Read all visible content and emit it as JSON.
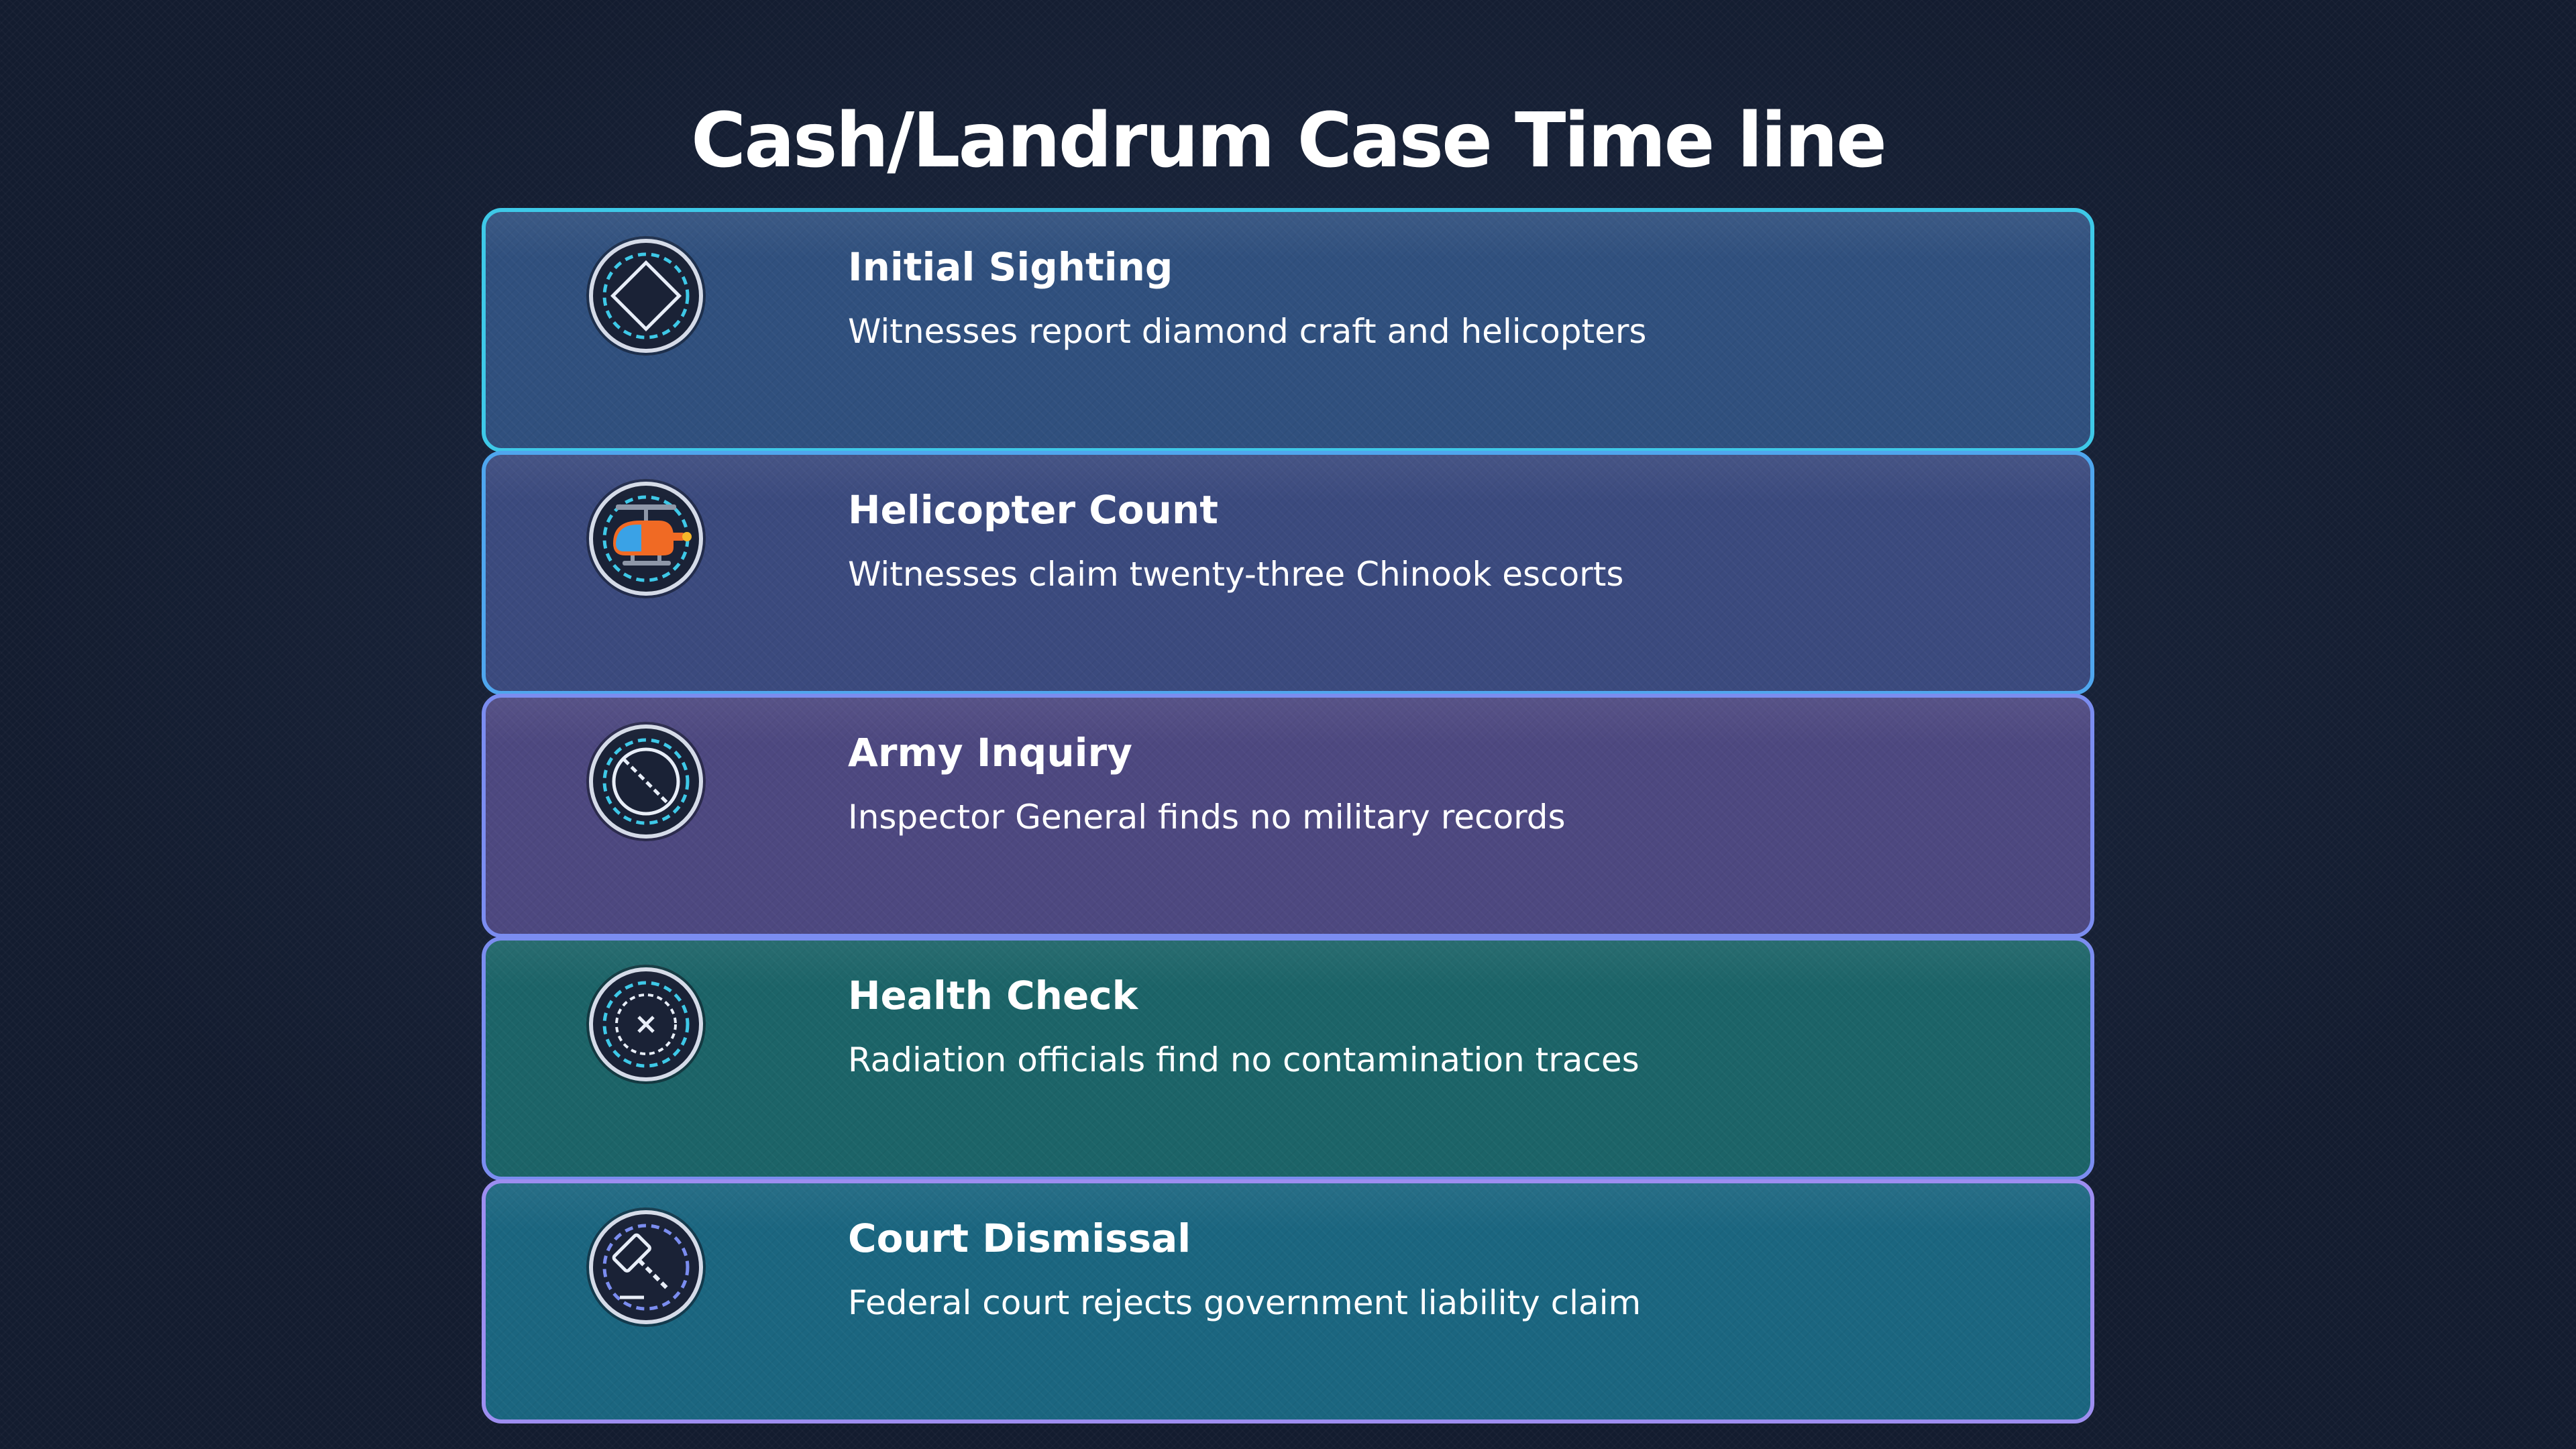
{
  "page": {
    "title": "Cash/Landrum Case Time line"
  },
  "events": [
    {
      "title": "Initial Sighting",
      "description": "Witnesses report diamond craft and helicopters",
      "icon": "diamond-icon",
      "fill": "#30507e",
      "border": "#3ec9e8"
    },
    {
      "title": "Helicopter Count",
      "description": "Witnesses claim twenty-three Chinook escorts",
      "icon": "helicopter-icon",
      "fill": "#3b4a7e",
      "border": "#4fa6ee"
    },
    {
      "title": "Army Inquiry",
      "description": "Inspector General finds no military records",
      "icon": "no-records-icon",
      "fill": "#4d4880",
      "border": "#7b8df0"
    },
    {
      "title": "Health Check",
      "description": "Radiation officials find no contamination traces",
      "icon": "target-icon",
      "fill": "#1c6468",
      "border": "#7b8df0"
    },
    {
      "title": "Court Dismissal",
      "description": "Federal court rejects government liability claim",
      "icon": "gavel-icon",
      "fill": "#1b6680",
      "border": "#9d8ef0"
    }
  ]
}
